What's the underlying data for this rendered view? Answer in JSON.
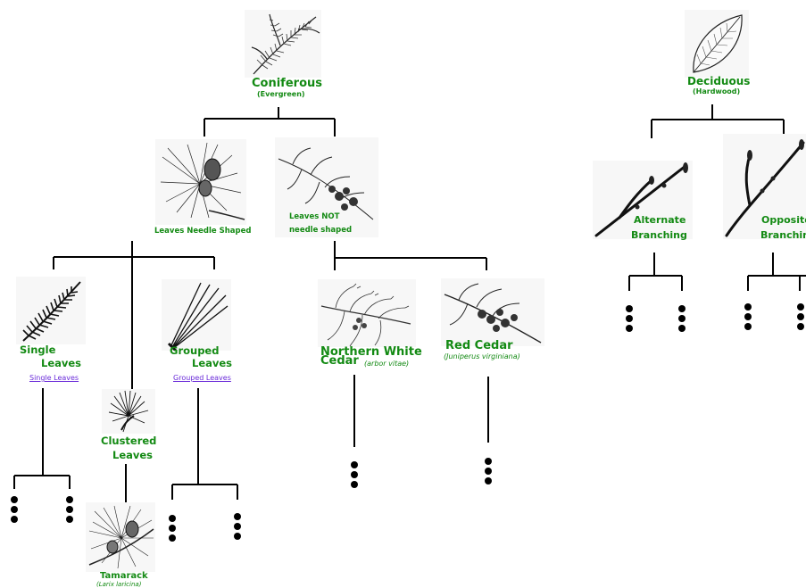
{
  "coniferous": {
    "title": "Coniferous",
    "subtitle": "(Evergreen)"
  },
  "deciduous": {
    "title": "Deciduous",
    "subtitle": "(Hardwood)"
  },
  "needle": {
    "label": "Leaves Needle Shaped"
  },
  "notneedle": {
    "line1": "Leaves NOT",
    "line2": "needle shaped"
  },
  "single": {
    "line1": "Single",
    "line2": "Leaves",
    "link": "Single Leaves"
  },
  "clustered": {
    "line1": "Clustered",
    "line2": "Leaves"
  },
  "grouped": {
    "line1": "Grouped",
    "line2": "Leaves",
    "link": "Grouped Leaves"
  },
  "whitecedar": {
    "line1": "Northern White",
    "line2": "Cedar",
    "latin": "(arbor vitae)"
  },
  "redcedar": {
    "title": "Red Cedar",
    "latin": "(Juniperus virginiana)"
  },
  "tamarack": {
    "title": "Tamarack",
    "latin": "(Larix laricina)"
  },
  "alternate": {
    "line1": "Alternate",
    "line2": "Branching"
  },
  "opposite": {
    "line1": "Opposite",
    "line2": "Branching"
  },
  "colors": {
    "label": "#138a13",
    "link": "#6a2bd9",
    "line": "#000000"
  }
}
